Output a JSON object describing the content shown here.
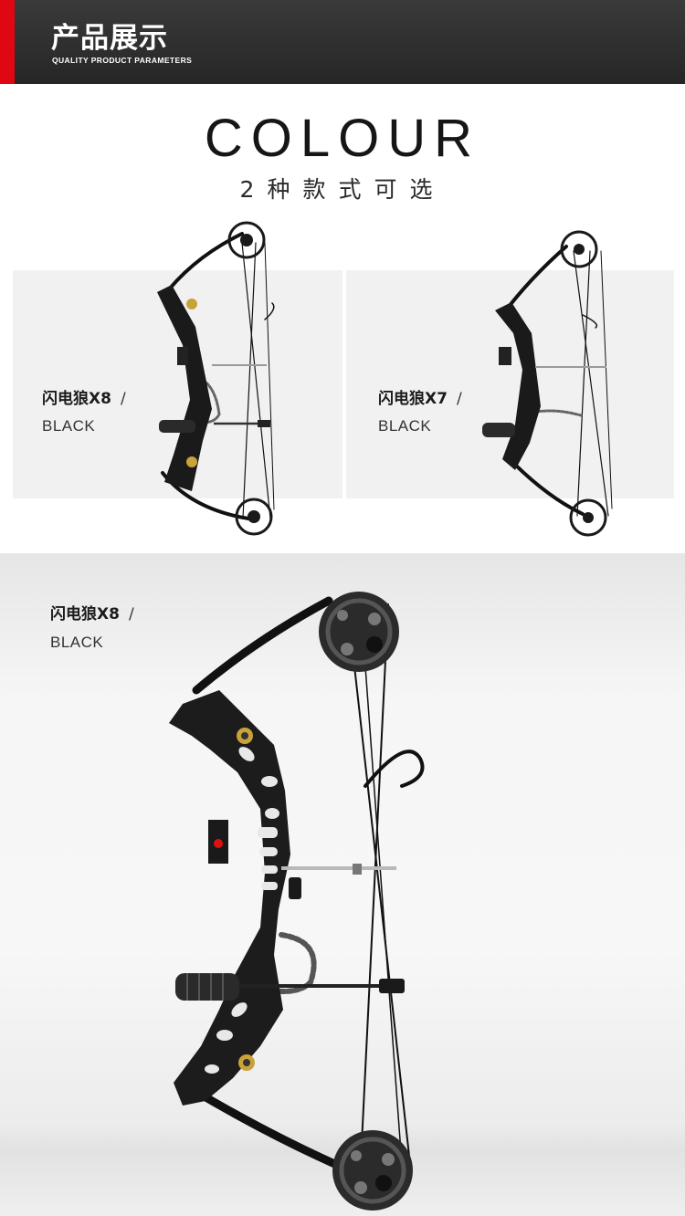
{
  "header": {
    "title": "产品展示",
    "subtitle": "QUALITY PRODUCT PARAMETERS",
    "accent_color": "#e00712"
  },
  "colour_section": {
    "title": "COLOUR",
    "subtitle": "2种款式可选"
  },
  "products": [
    {
      "name": "闪电狼X8",
      "separator": "/",
      "color": "BLACK"
    },
    {
      "name": "闪电狼X7",
      "separator": "/",
      "color": "BLACK"
    }
  ],
  "featured": {
    "name": "闪电狼X8",
    "separator": "/",
    "color": "BLACK"
  },
  "icons": [
    "compound-bow-image"
  ]
}
